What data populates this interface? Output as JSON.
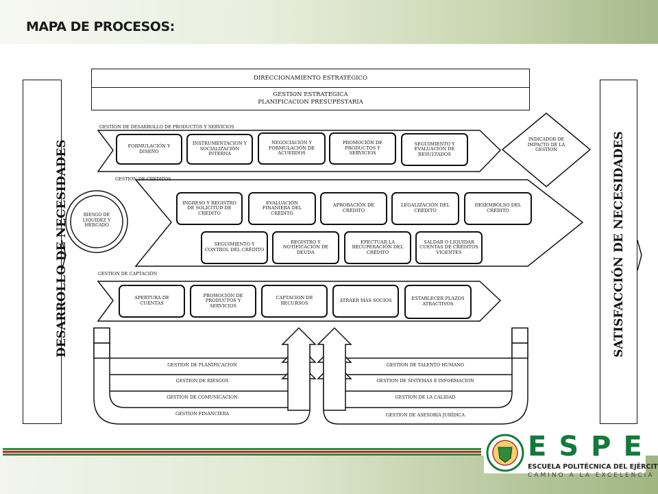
{
  "title": "MAPA DE PROCESOS:",
  "left_side": "DESARROLLO DE NECESIDADES",
  "right_side": "SATISFACCIÓN DE NECESIDADES",
  "strategic": {
    "top": "DIRECCIONAMIENTO ESTRATÉGICO",
    "line1": "GESTION ESTRATEGICA",
    "line2": "PLANIFICACION PRESUPESTARIA"
  },
  "desarrollo": {
    "label": "GESTION DE DESARROLLO DE PRODUCTOS Y SERVICIOS",
    "items": [
      "FORMULACIÓN Y DISEÑO",
      "INSTRUMENTACION Y SOCIALIZACIÓN INTERNA",
      "NEGOCIACIÓN Y FORMULACIÓN DE ACUERDOS",
      "PROMOCIÓN DE PRODUCTOS Y SERVICIOS",
      "SEGUIMIENTO Y EVALUACIÓN DE RESULTADOS"
    ]
  },
  "indicador": "INDICADOR DE IMPACTO DE LA GESTION",
  "riesgo": "RIESGO DE LIQUIDEZ Y MERCADO",
  "creditos": {
    "label": "GESTION DE CREDITOS",
    "row1": [
      "INGRESO Y REGISTRO DE SOLICITUD DE CRÉDITO",
      "EVALUACIÓN FINANIERA DEL CRÉDITO",
      "APROBACIÓN DE CRÉDITO",
      "LEGALIZACIÓN DEL CRÉDITO",
      "DESEMBOLSO DEL CRÉDITO"
    ],
    "row2": [
      "SEGUIMIENTO Y CONTROL DEL CRÉDITO",
      "REGISTRO Y NOTIFICACIÓN DE DEUDA",
      "EFECTUAR LA RECUPERACIÓN DEL CRÉDITO",
      "SALDAR O LIQUIDAR CUENTAS DE CRÉDITOS VIGENTES"
    ]
  },
  "captacion": {
    "label": "GESTION DE CAPTACIÓN",
    "items": [
      "APERTURA DE CUENTAS",
      "PROMOCIÓN DE PRODUCTOS Y SERVICIOS",
      "CAPTACION DE RECURSOS",
      "ATRAER MAS SOCIOS",
      "ESTABLECER PLAZOS ATRACTIVOS"
    ]
  },
  "support_left": [
    "GESTION DE PLANIFICACION",
    "GESTION DE RIESGOS",
    "GESTION DE COMUNICACION",
    "GESTION FINANCIERA"
  ],
  "support_right": [
    "GESTION DE TALENTO HUMANO",
    "GESTION DE SISTEMAS E INFORMACION",
    "GESTION DE LA CALIDAD",
    "GESTION DE ASESORIA JURÍDICA"
  ],
  "logo": {
    "letters": "ESPE",
    "name": "ESCUELA POLITÉCNICA DEL EJÉRCITO",
    "motto": "CAMINO A LA EXCELENCIA"
  },
  "colors": {
    "stripe_green": "#2e8b3a",
    "stripe_red": "#c0262d",
    "brand_green": "#137a3a"
  }
}
